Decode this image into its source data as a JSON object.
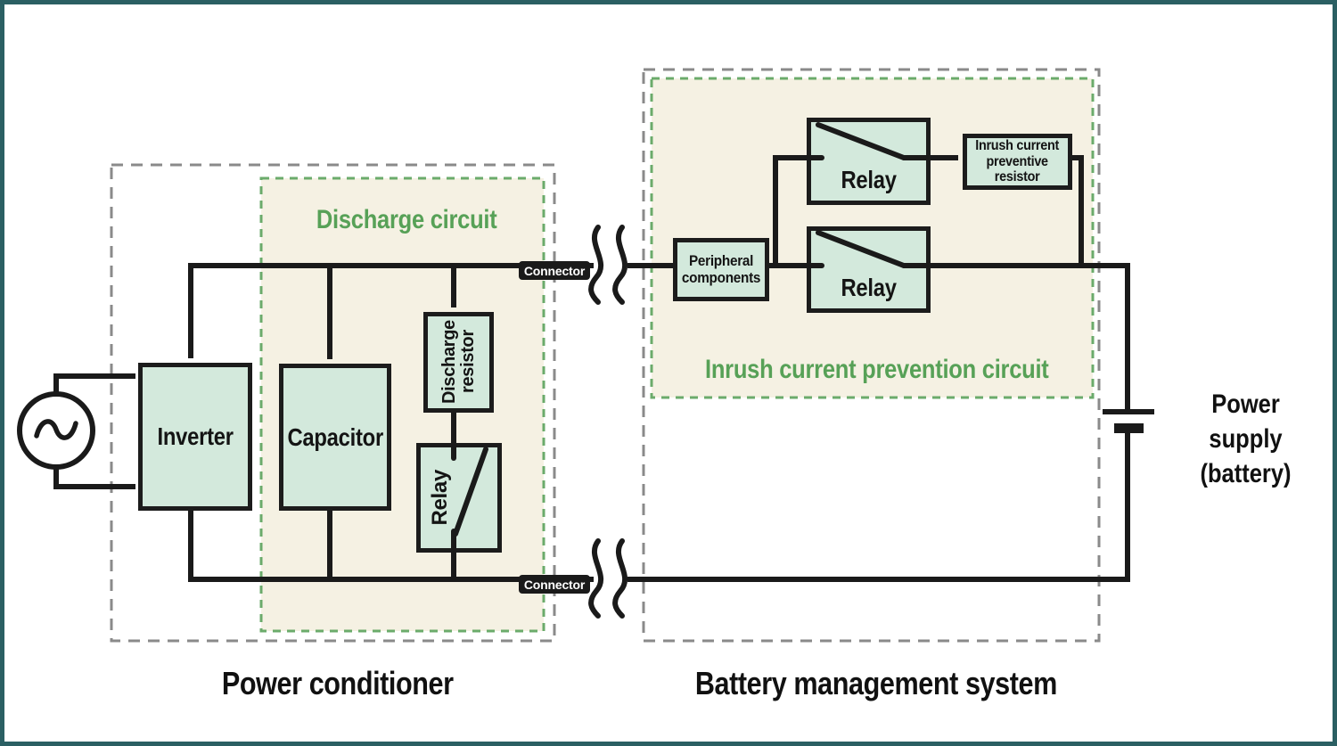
{
  "colors": {
    "frame_teal": "#2b5f63",
    "component_fill_mint": "#d3e9dc",
    "circuit_fill_cream": "#f5f1e3",
    "accent_green": "#57a157",
    "dash_gray": "#8a8a8a",
    "wire_black": "#1a1a1a"
  },
  "sections": {
    "power_conditioner": {
      "label": "Power conditioner",
      "discharge_circuit_title": "Discharge circuit"
    },
    "battery_management": {
      "label": "Battery management system",
      "inrush_circuit_title": "Inrush current prevention circuit"
    }
  },
  "components": {
    "inverter": "Inverter",
    "capacitor": "Capacitor",
    "discharge_resistor": "Discharge\nresistor",
    "discharge_relay": "Relay",
    "peripheral": "Peripheral\ncomponents",
    "relay_top": "Relay",
    "relay_bottom": "Relay",
    "inrush_resistor": "Inrush current\npreventive\nresistor",
    "power_supply": "Power supply\n(battery)"
  },
  "connectors": {
    "top": "Connector",
    "bottom": "Connector"
  }
}
